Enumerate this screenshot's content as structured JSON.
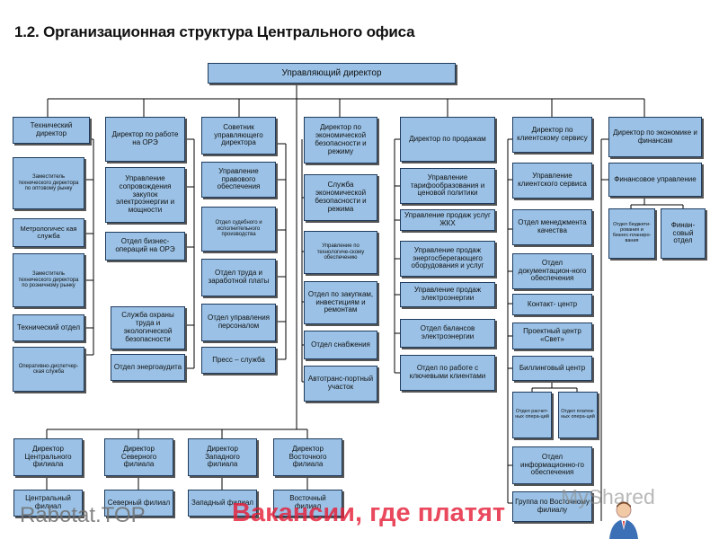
{
  "title": "1.2. Организационная структура Центрального офиса",
  "boxes": {
    "md": "Управляющий директор",
    "c1_h": "Технический директор",
    "c1_1": "Заместитель технического директора по оптовому рынку",
    "c1_2": "Метрологичес кая служба",
    "c1_3": "Заместитель технического директора по розничному рынку",
    "c1_4": "Технический отдел",
    "c1_5": "Оперативно-диспетчер-ская служба",
    "c2_h": "Директор по работе на ОРЭ",
    "c2_1": "Управление сопровождения закупок электроэнергии и мощности",
    "c2_2": "Отдел бизнес-операций на ОРЭ",
    "c2_3": "Служба охраны труда и экологической безопасности",
    "c2_4": "Отдел энергоаудита",
    "c3_h": "Советник управляющего директора",
    "c3_1": "Управление правового обеспечения",
    "c3_2": "Отдел судебного и исполнительного производства",
    "c3_3": "Отдел труда и заработной платы",
    "c3_4": "Отдел управления персоналом",
    "c3_5": "Пресс – служба",
    "c4_h": "Директор по экономической безопасности и режиму",
    "c4_1": "Служба экономической безопасности и режима",
    "c4_2": "Управление по технологиче-скому обеспечению",
    "c4_3": "Отдел по закупкам, инвестициям и ремонтам",
    "c4_4": "Отдел снабжения",
    "c4_5": "Автотранс-портный участок",
    "c5_h": "Директор по продажам",
    "c5_1": "Управление тарифообразования и ценовой политики",
    "c5_2": "Управление продаж услуг ЖКХ",
    "c5_3": "Управление продаж энергосберегающего оборудования и услуг",
    "c5_4": "Управление продаж электроэнергии",
    "c5_5": "Отдел балансов электроэнергии",
    "c5_6": "Отдел по работе с ключевыми клиентами",
    "c6_h": "Директор по клиентскому сервису",
    "c6_1": "Управление клиентского сервиса",
    "c6_2": "Отдел менеджмента качества",
    "c6_3": "Отдел документацион-ного обеспечения",
    "c6_4": "Контакт- центр",
    "c6_5": "Проектный центр «Свет»",
    "c6_6": "Биллинговый центр",
    "c6_7": "Отдел расчет-ных опера-ций",
    "c6_8": "Отдел платеж-ных опера-ций",
    "c6_9": "Отдел информационно-го обеспечения",
    "c6_10": "Группа по Восточному филиалу",
    "c7_h": "Директор по экономике и финансам",
    "c7_1": "Финансовое управление",
    "c7_2": "Отдел бюджети-рования и бизнес-планиро-вания",
    "c7_3": "Финан-совый отдел",
    "b1_h": "Директор Центрального филиала",
    "b1_1": "Центральный филиал",
    "b2_h": "Директор Северного филиала",
    "b2_1": "Северный филиал",
    "b3_h": "Директор Западного филиала",
    "b3_1": "Западный филиал",
    "b4_h": "Директор Восточного филиала",
    "b4_1": "Восточный филиал"
  },
  "watermarks": {
    "left": "Rabotat.TOP",
    "red": "Вакансии, где платят",
    "myshared": "MyShared"
  },
  "colors": {
    "box_fill": "#9bc2e6",
    "box_border": "#1f3b5c",
    "line": "#000000",
    "watermark_red": "#e5213a"
  }
}
